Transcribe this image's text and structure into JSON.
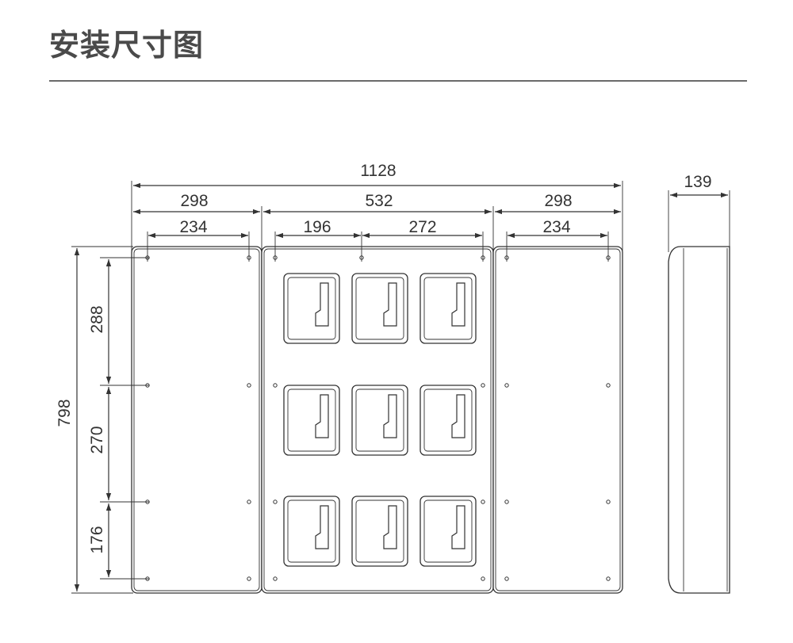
{
  "title": "安装尺寸图",
  "dimensions": {
    "overall_width": "1128",
    "left_panel_width": "298",
    "left_hole_spacing": "234",
    "center_panel_width": "532",
    "center_hole_spacing_left": "196",
    "center_hole_spacing_right": "272",
    "right_panel_width": "298",
    "right_hole_spacing": "234",
    "side_depth": "139",
    "overall_height": "798",
    "vertical_spacing_top": "288",
    "vertical_spacing_middle": "270",
    "vertical_spacing_bottom": "176"
  },
  "meter_window_grid": {
    "rows": 3,
    "columns": 3
  }
}
